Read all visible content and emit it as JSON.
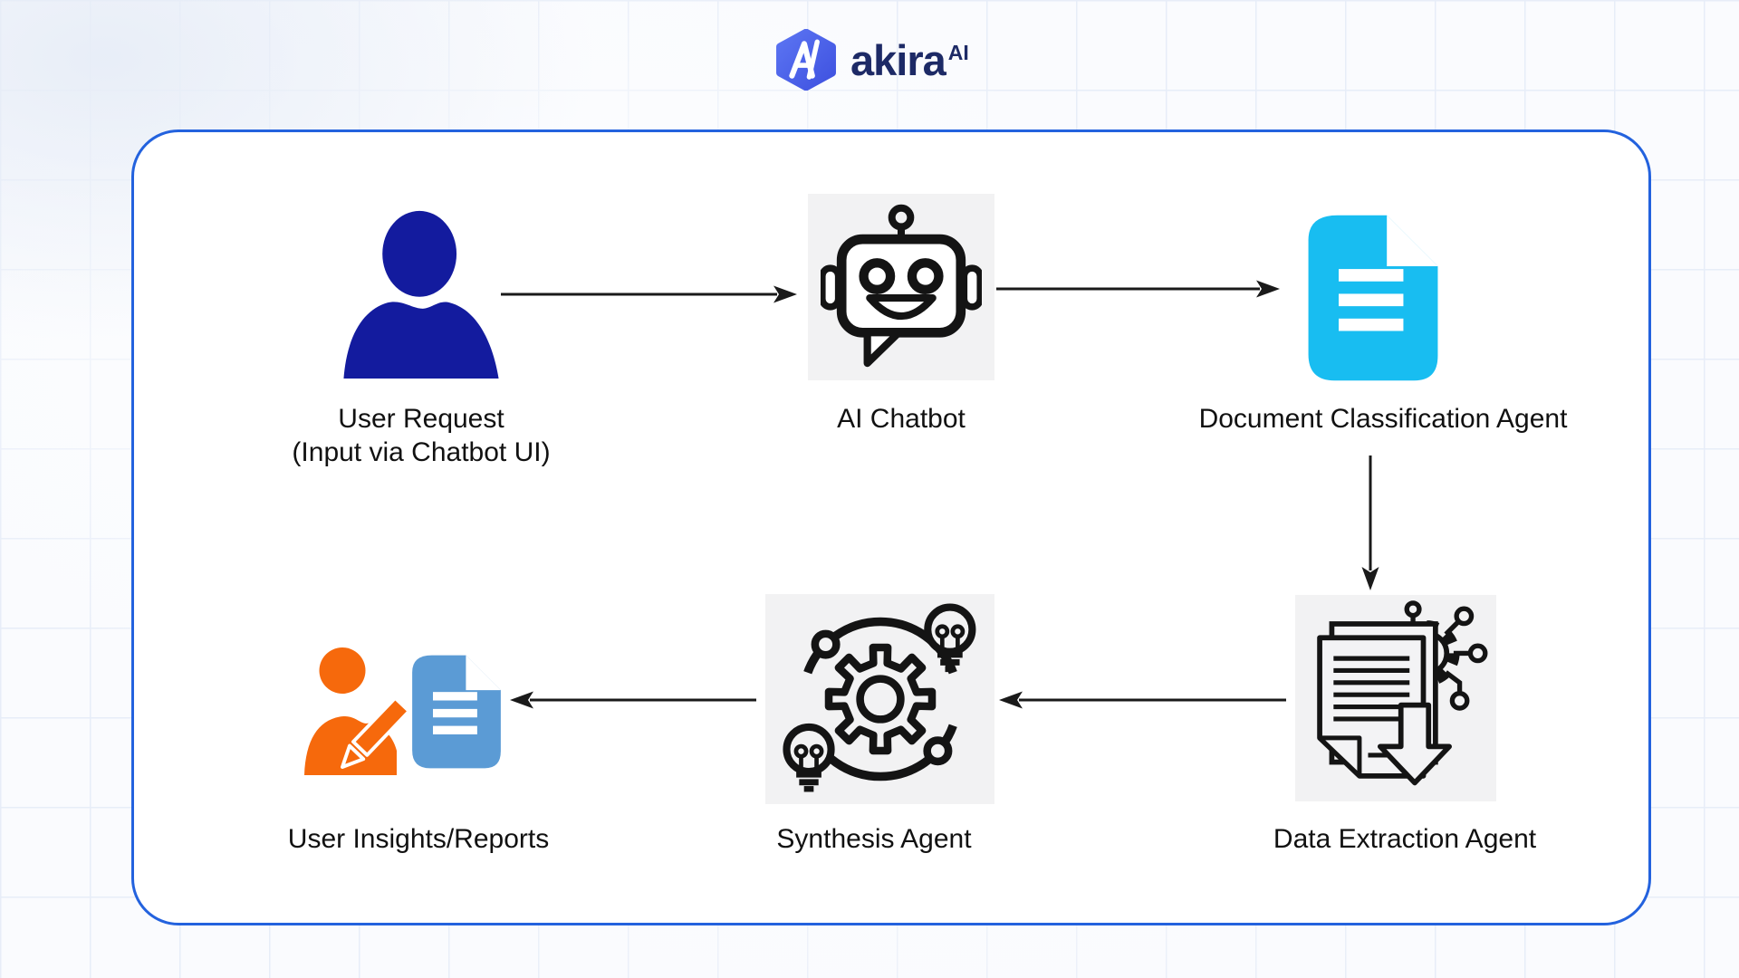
{
  "header": {
    "brand": "akira",
    "brand_superscript": "AI"
  },
  "flow": {
    "nodes": {
      "user_request": {
        "label_line1": "User Request",
        "label_line2": "(Input via Chatbot UI)",
        "icon": "user-person-icon"
      },
      "ai_chatbot": {
        "label": "AI Chatbot",
        "icon": "robot-chatbot-icon"
      },
      "doc_classification": {
        "label": "Document Classification Agent",
        "icon": "cyan-document-icon"
      },
      "data_extraction": {
        "label": "Data Extraction Agent",
        "icon": "document-gear-circuit-icon"
      },
      "synthesis": {
        "label": "Synthesis Agent",
        "icon": "gear-orbit-lightbulbs-icon"
      },
      "user_insights": {
        "label": "User Insights/Reports",
        "icon": "person-pencil-and-document-icon"
      }
    },
    "edges": [
      {
        "from": "User Request",
        "to": "AI Chatbot",
        "direction": "right"
      },
      {
        "from": "AI Chatbot",
        "to": "Document Classification Agent",
        "direction": "right"
      },
      {
        "from": "Document Classification Agent",
        "to": "Data Extraction Agent",
        "direction": "down"
      },
      {
        "from": "Data Extraction Agent",
        "to": "Synthesis Agent",
        "direction": "left"
      },
      {
        "from": "Synthesis Agent",
        "to": "User Insights/Reports",
        "direction": "left"
      }
    ]
  },
  "colors": {
    "logo_hex_fill": "#4a5fe8",
    "brand_text": "#1d2a66",
    "container_border": "#2362de",
    "user_person": "#131b9e",
    "cyan_document": "#18bdf1",
    "insights_document": "#5b9bd5",
    "insights_person": "#f6690c",
    "icon_box_background": "#f2f2f3",
    "arrow": "#1a1a1a",
    "label_text": "#111111"
  }
}
